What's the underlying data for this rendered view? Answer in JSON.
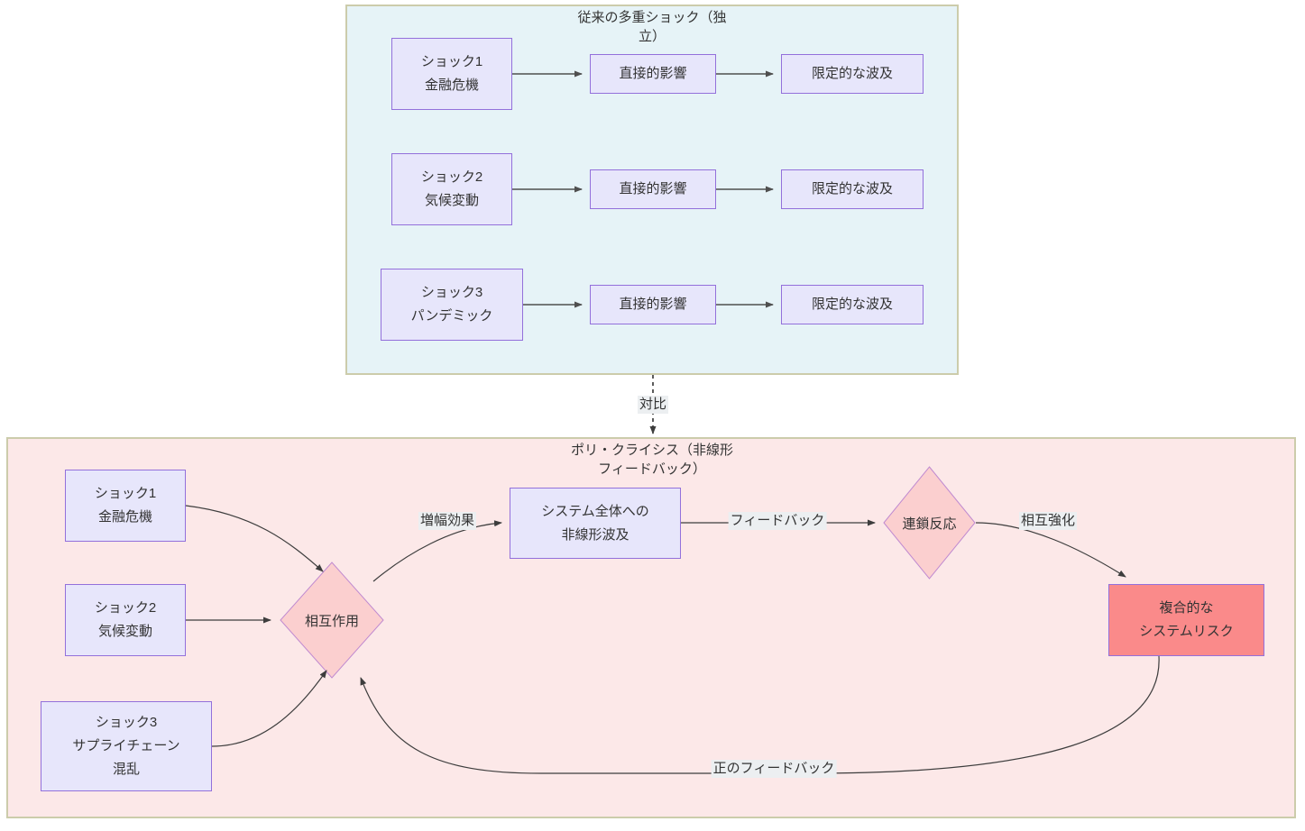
{
  "diagram": {
    "type": "flowchart",
    "colors": {
      "panel_border": "#ccccab",
      "panel_top_fill": "#e6f3f7",
      "panel_bottom_fill": "#fce8e8",
      "node_fill": "#e7e6fb",
      "node_border": "#9370db",
      "diamond_fill": "#fbcfcf",
      "diamond_border": "#c08ad0",
      "danger_fill": "#fa8a8a",
      "edge_stroke": "#4a4a4a",
      "edge_label_bg": "#eceff1"
    },
    "panels": [
      {
        "id": "traditional",
        "title": "従来の多重ショック（独\n立）"
      },
      {
        "id": "polycrisis",
        "title": "ポリ・クライシス（非線形\nフィードバック）"
      }
    ],
    "connector": {
      "label": "対比"
    },
    "traditional_nodes": {
      "shocks": [
        {
          "id": "shock1",
          "label": "ショック1\n金融危機"
        },
        {
          "id": "shock2",
          "label": "ショック2\n気候変動"
        },
        {
          "id": "shock3",
          "label": "ショック3\nパンデミック"
        }
      ],
      "impacts": [
        {
          "id": "impact1",
          "label": "直接的影響"
        },
        {
          "id": "impact2",
          "label": "直接的影響"
        },
        {
          "id": "impact3",
          "label": "直接的影響"
        }
      ],
      "spillovers": [
        {
          "id": "spill1",
          "label": "限定的な波及"
        },
        {
          "id": "spill2",
          "label": "限定的な波及"
        },
        {
          "id": "spill3",
          "label": "限定的な波及"
        }
      ]
    },
    "polycrisis_nodes": {
      "shocks": [
        {
          "id": "pshock1",
          "label": "ショック1\n金融危機"
        },
        {
          "id": "pshock2",
          "label": "ショック2\n気候変動"
        },
        {
          "id": "pshock3",
          "label": "ショック3\nサプライチェーン\n混乱"
        }
      ],
      "interaction": {
        "id": "interaction",
        "label": "相互作用"
      },
      "propagation": {
        "id": "propagation",
        "label": "システム全体への\n非線形波及"
      },
      "chain": {
        "id": "chain",
        "label": "連鎖反応"
      },
      "systemic_risk": {
        "id": "systemic",
        "label": "複合的な\nシステムリスク"
      }
    },
    "edge_labels": {
      "amplification": "増幅効果",
      "feedback": "フィードバック",
      "mutual_reinforcement": "相互強化",
      "positive_feedback": "正のフィードバック"
    }
  }
}
